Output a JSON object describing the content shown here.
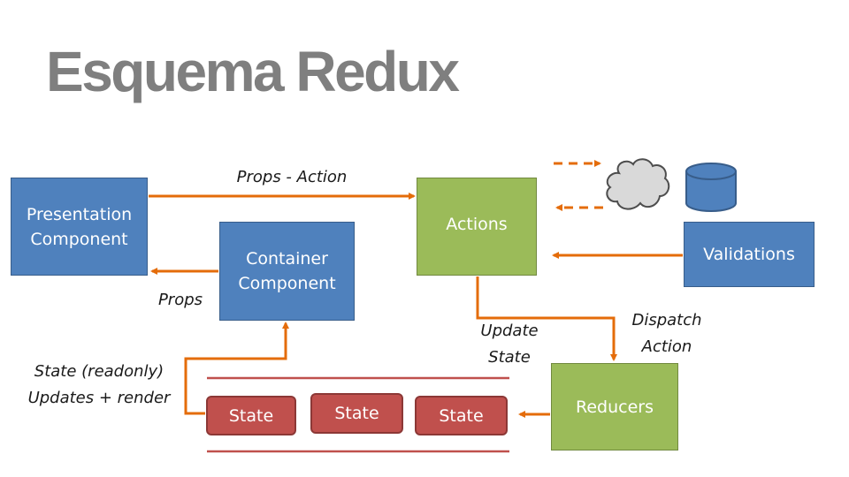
{
  "title": "Esquema Redux",
  "nodes": {
    "presentation": "Presentation\nComponent",
    "container": "Container\nComponent",
    "actions": "Actions",
    "validations": "Validations",
    "reducers": "Reducers",
    "state_1": "State",
    "state_2": "State",
    "state_3": "State"
  },
  "edge_labels": {
    "props_action": "Props - Action",
    "props": "Props",
    "update_state": "Update\nState",
    "dispatch_action": "Dispatch\nAction",
    "state_readonly": "State (readonly)\nUpdates + render"
  },
  "icons": {
    "cloud": "cloud-icon",
    "database": "database-icon"
  },
  "colors": {
    "title": "#7f7f7f",
    "component_blue": "#4f81bd",
    "actions_green": "#9bbb59",
    "state_red": "#c0504d",
    "arrow_orange": "#e46c0a",
    "rail_red": "#c0504d",
    "database_blue": "#4f81bd"
  }
}
